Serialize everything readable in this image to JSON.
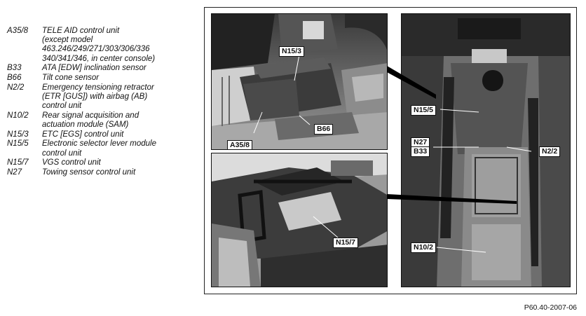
{
  "legend": [
    {
      "code": "A35/8",
      "lines": [
        "TELE AID control unit",
        "(except model",
        "463.246/249/271/303/306/336",
        "340/341/346, in center console)"
      ]
    },
    {
      "code": "B33",
      "lines": [
        "ATA [EDW] inclination sensor"
      ]
    },
    {
      "code": "B66",
      "lines": [
        "Tilt cone sensor"
      ]
    },
    {
      "code": "N2/2",
      "lines": [
        "Emergency tensioning retractor",
        "(ETR [GUS]) with airbag (AB)",
        "control unit"
      ]
    },
    {
      "code": "N10/2",
      "lines": [
        "Rear signal acquisition and",
        "actuation module (SAM)"
      ]
    },
    {
      "code": "N15/3",
      "lines": [
        "ETC [EGS] control unit"
      ]
    },
    {
      "code": "N15/5",
      "lines": [
        "Electronic selector lever module",
        "control unit"
      ]
    },
    {
      "code": "N15/7",
      "lines": [
        "VGS control unit"
      ]
    },
    {
      "code": "N27",
      "lines": [
        "Towing sensor control unit"
      ]
    }
  ],
  "callouts": {
    "n15_3": "N15/3",
    "a35_8": "A35/8",
    "b66": "B66",
    "n15_7": "N15/7",
    "n15_5": "N15/5",
    "n27": "N27",
    "b33": "B33",
    "n2_2": "N2/2",
    "n10_2": "N10/2"
  },
  "footer": {
    "ref": "P60.40-2007-06"
  }
}
